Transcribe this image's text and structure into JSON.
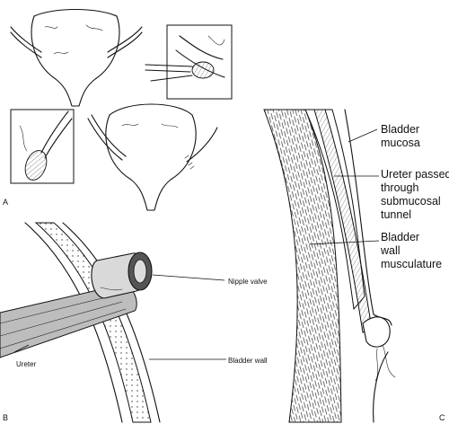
{
  "panels": {
    "a": {
      "letter": "A"
    },
    "b": {
      "letter": "B",
      "labels": {
        "nipple_valve": "Nipple valve",
        "ureter": "Ureter",
        "bladder_wall": "Bladder wall"
      }
    },
    "c": {
      "letter": "C",
      "labels": {
        "bladder_mucosa": [
          "Bladder",
          "mucosa"
        ],
        "ureter_tunnel": [
          "Ureter passed",
          "through",
          "submucosal",
          "tunnel"
        ],
        "wall_musculature": [
          "Bladder",
          "wall",
          "musculature"
        ]
      }
    }
  },
  "colors": {
    "ink": "#111111",
    "ureter_shade": "#bdbdbd",
    "background": "#ffffff"
  }
}
